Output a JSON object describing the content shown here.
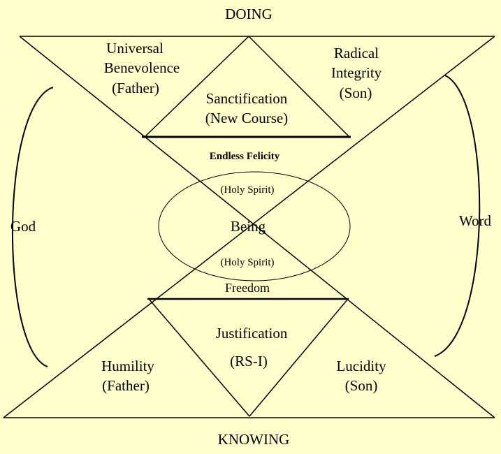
{
  "background_color": "#FFFFCC",
  "labels": {
    "doing": "DOING",
    "knowing": "KNOWING",
    "god": "God",
    "word": "Word",
    "being": "Being",
    "universal_benevolence": [
      "Universal",
      "Benevolence",
      "(Father)"
    ],
    "radical_integrity": [
      "Radical",
      "Integrity",
      "(Son)"
    ],
    "sanctification": [
      "Sanctification",
      "(New Course)"
    ],
    "endless_felicity": "Endless Felicity",
    "holy_spirit_top": "(Holy Spirit)",
    "holy_spirit_bottom": "(Holy Spirit)",
    "freedom": "Freedom",
    "justification": [
      "Justification",
      "(RS-I)"
    ],
    "humility": [
      "Humility",
      "(Father)"
    ],
    "lucidity": [
      "Lucidity",
      "(Son)"
    ]
  }
}
